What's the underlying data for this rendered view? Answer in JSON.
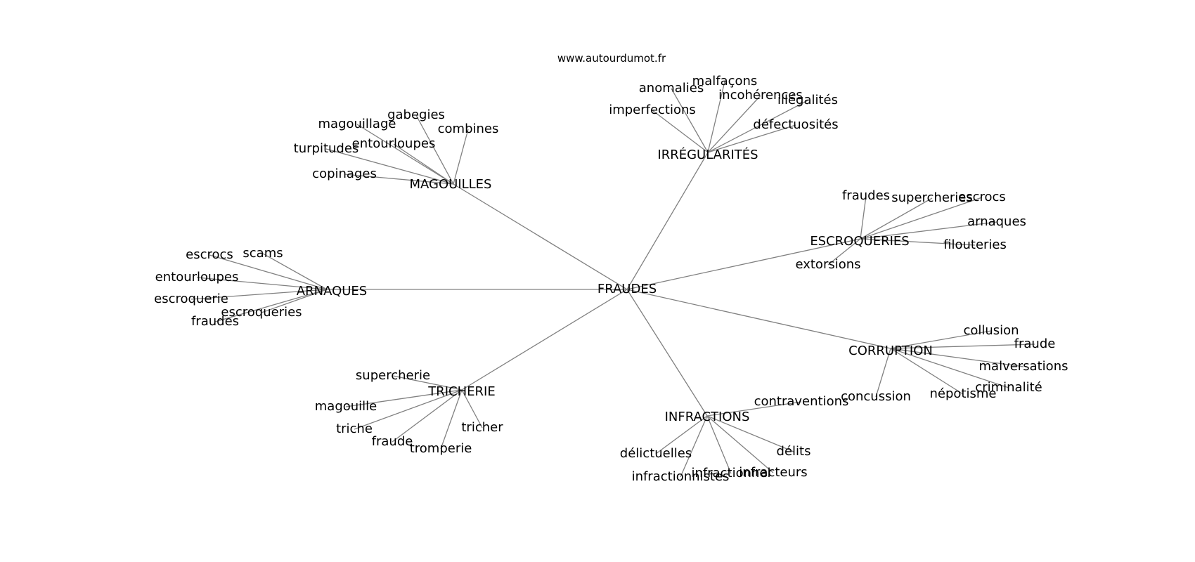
{
  "source": "www.autourdumot.fr",
  "center": {
    "label": "FRAUDES"
  },
  "groups": [
    {
      "id": "irregularites",
      "label": "IRRÉGULARITÉS",
      "leaves": [
        "anomalies",
        "malfaçons",
        "incohérences",
        "illégalités",
        "imperfections",
        "défectuosités"
      ]
    },
    {
      "id": "magouilles",
      "label": "MAGOUILLES",
      "leaves": [
        "gabegies",
        "magouillage",
        "combines",
        "entourloupes",
        "turpitudes",
        "copinages"
      ]
    },
    {
      "id": "escroqueries",
      "label": "ESCROQUERIES",
      "leaves": [
        "fraudes",
        "supercheries",
        "escrocs",
        "arnaques",
        "filouteries",
        "extorsions"
      ]
    },
    {
      "id": "arnaques",
      "label": "ARNAQUES",
      "leaves": [
        "escrocs",
        "scams",
        "entourloupes",
        "escroquerie",
        "escroqueries",
        "fraudes"
      ]
    },
    {
      "id": "corruption",
      "label": "CORRUPTION",
      "leaves": [
        "collusion",
        "fraude",
        "malversations",
        "criminalité",
        "népotisme",
        "concussion"
      ]
    },
    {
      "id": "tricherie",
      "label": "TRICHERIE",
      "leaves": [
        "supercherie",
        "magouille",
        "triche",
        "fraude",
        "tromperie",
        "tricher"
      ]
    },
    {
      "id": "infractions",
      "label": "INFRACTIONS",
      "leaves": [
        "contraventions",
        "délits",
        "délictuelles",
        "infractionnistes",
        "infractionnel",
        "infracteurs"
      ]
    }
  ]
}
